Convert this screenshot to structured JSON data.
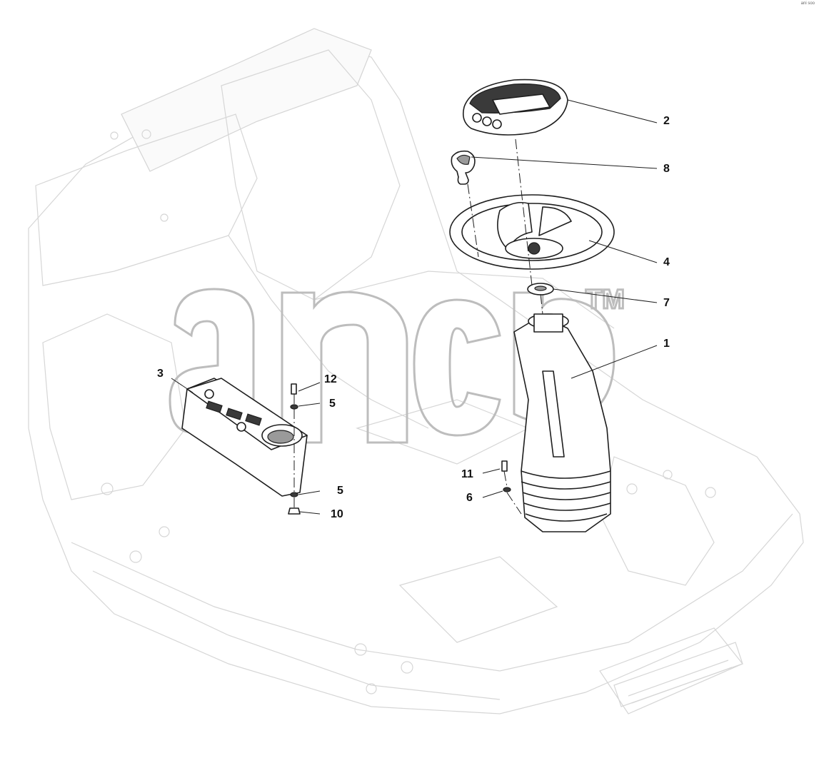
{
  "watermark": {
    "text": "anco",
    "trademark": "TM"
  },
  "corner_mark": "ani soo",
  "callouts": [
    {
      "id": "c1",
      "label": "1"
    },
    {
      "id": "c2",
      "label": "2"
    },
    {
      "id": "c3",
      "label": "3"
    },
    {
      "id": "c4",
      "label": "4"
    },
    {
      "id": "c5a",
      "label": "5"
    },
    {
      "id": "c5b",
      "label": "5"
    },
    {
      "id": "c6",
      "label": "6"
    },
    {
      "id": "c7",
      "label": "7"
    },
    {
      "id": "c8",
      "label": "8"
    },
    {
      "id": "c10",
      "label": "10"
    },
    {
      "id": "c11",
      "label": "11"
    },
    {
      "id": "c12",
      "label": "12"
    }
  ]
}
